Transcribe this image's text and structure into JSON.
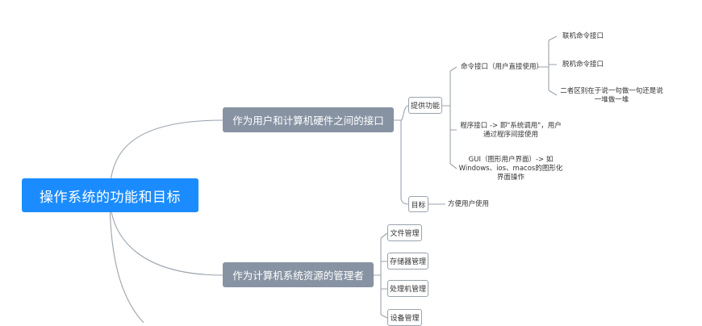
{
  "root": {
    "label": "操作系统的功能和目标"
  },
  "branch_interface": {
    "label": "作为用户和计算机硬件之间的接口",
    "provide": {
      "label": "提供功能",
      "command_interface": {
        "label": "命令接口（用户直接使用）",
        "online": "联机命令接口",
        "offline": "脱机命令接口",
        "difference_line1": "二者区别在于说一句做一句还是说",
        "difference_line2": "一堆做一堆"
      },
      "program_interface_line1": "程序接口 -> 即\"系统调用\"，用户",
      "program_interface_line2": "通过程序间接使用",
      "gui_line1": "GUI（图形用户界面）-> 如",
      "gui_line2": "Windows、ios、macos的图形化",
      "gui_line3": "界面操作"
    },
    "goal": {
      "label": "目标",
      "text": "方便用户使用"
    }
  },
  "branch_manager": {
    "label": "作为计算机系统资源的管理者",
    "items": [
      "文件管理",
      "存储器管理",
      "处理机管理",
      "设备管理"
    ]
  },
  "colors": {
    "root": "#1b8cff",
    "branch": "#8793a3",
    "line": "#9aa3ad"
  }
}
